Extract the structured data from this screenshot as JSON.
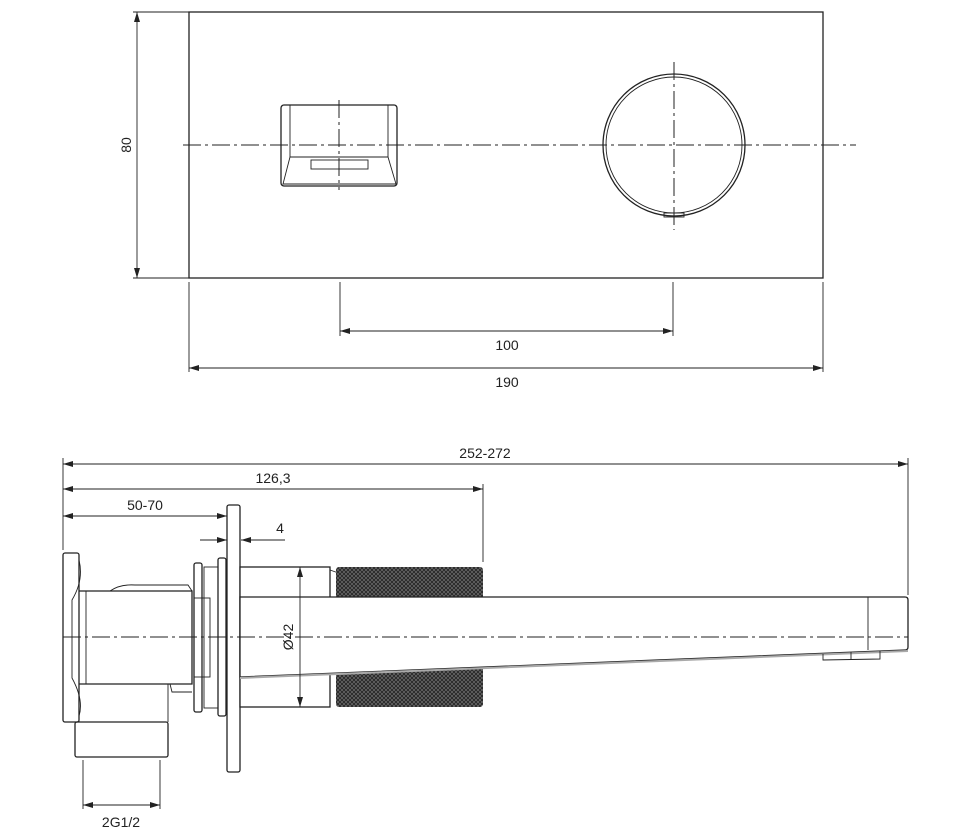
{
  "top_view": {
    "dim_height": "80",
    "dim_center_distance": "100",
    "dim_width": "190"
  },
  "side_view": {
    "dim_total_length": "252-272",
    "dim_to_spout_body": "126,3",
    "dim_wall_depth": "50-70",
    "dim_plate_thickness": "4",
    "dim_diameter": "Ø42",
    "dim_thread": "2G1/2"
  },
  "colors": {
    "line": "#222222",
    "knurl": "#333333"
  }
}
